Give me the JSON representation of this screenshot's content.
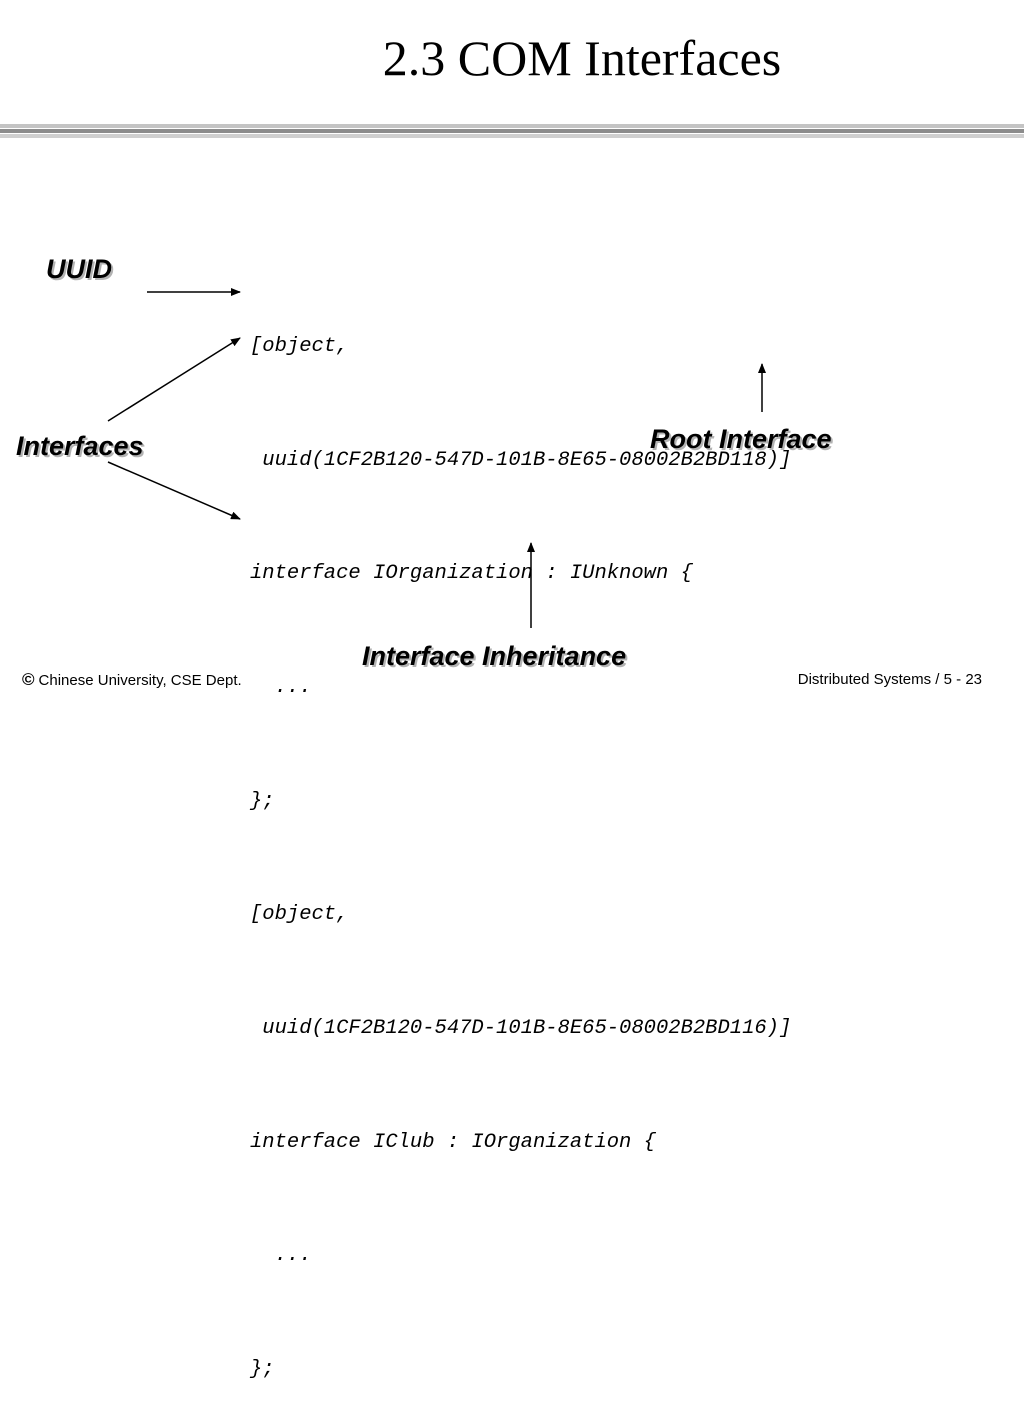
{
  "slide": {
    "title": "2.3 COM Interfaces"
  },
  "code_lines": [
    "[object,",
    " uuid(1CF2B120-547D-101B-8E65-08002B2BD118)]",
    "interface IOrganization : IUnknown {",
    "  ...",
    "};",
    "[object,",
    " uuid(1CF2B120-547D-101B-8E65-08002B2BD116)]",
    "interface IClub : IOrganization {",
    "  ...",
    "};"
  ],
  "callouts": {
    "uuid": "UUID",
    "interfaces": "Interfaces",
    "root_interface": "Root Interface",
    "interface_inheritance": "Interface Inheritance"
  },
  "footer": {
    "copyright_symbol": "©",
    "left": "Chinese University, CSE Dept.",
    "right": "Distributed Systems / 5 - 23"
  },
  "colors": {
    "text": "#000000",
    "label_shadow": "#b3b3b3",
    "rule_dark": "#8c8c8c",
    "rule_light": "#c4c4c4"
  }
}
